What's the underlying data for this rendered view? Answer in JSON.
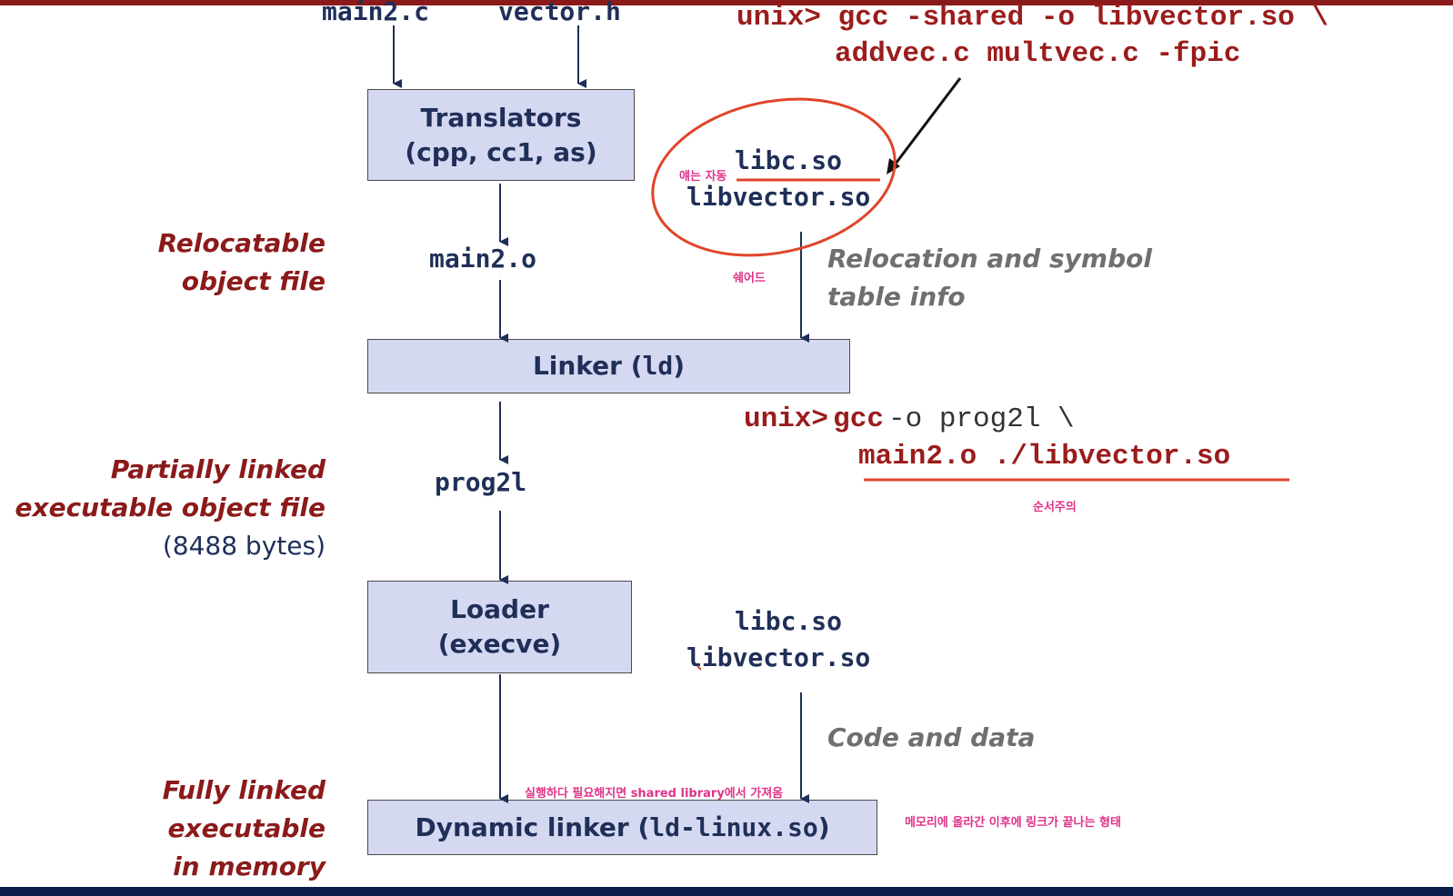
{
  "inputs": {
    "main_c": "main2.c",
    "vector_h": "vector.h"
  },
  "cmd1": {
    "prompt": "unix>",
    "line1": "gcc -shared -o libvector.so \\",
    "line2": "addvec.c multvec.c -fpic"
  },
  "boxes": {
    "translators_line1": "Translators",
    "translators_line2": "(cpp, cc1, as)",
    "linker_label": "Linker (",
    "linker_code": "ld",
    "linker_close": ")",
    "loader_line1": "Loader",
    "loader_line2": "(execve)",
    "dynlinker_label": "Dynamic linker (",
    "dynlinker_code": "ld-linux.so",
    "dynlinker_close": ")"
  },
  "files": {
    "main_o": "main2.o",
    "prog": "prog2l",
    "libc_top": "libc.so",
    "libvector_top": "libvector.so",
    "libc_bottom": "libc.so",
    "libvector_bottom": "libvector.so"
  },
  "side_labels": {
    "relocatable_1": "Relocatable",
    "relocatable_2": "object file",
    "partial_1": "Partially linked",
    "partial_2": "executable object file",
    "partial_3": "(8488 bytes)",
    "full_1": "Fully linked",
    "full_2": "executable",
    "full_3": "in memory"
  },
  "info_labels": {
    "reloc_1": "Relocation and symbol",
    "reloc_2": "table info",
    "code_data": "Code and data"
  },
  "cmd2": {
    "prompt": "unix>",
    "gcc": "gcc",
    "args": "-o prog2l \\",
    "line2": "main2.o ./libvector.so"
  },
  "annotations": {
    "auto": "얘는 자동",
    "shared": "쉐어드",
    "order": "순서주의",
    "runtime": "실행하다 필요해지면 shared library에서 가져옴",
    "memory": "메모리에 올라간 이후에 링크가 끝나는 형태"
  },
  "colors": {
    "box_fill": "#d5d8f1",
    "navy": "#1f2f58",
    "dark_red": "#8b1a1a",
    "annotation_red": "#e0442a",
    "annotation_pink": "#e0338a"
  }
}
